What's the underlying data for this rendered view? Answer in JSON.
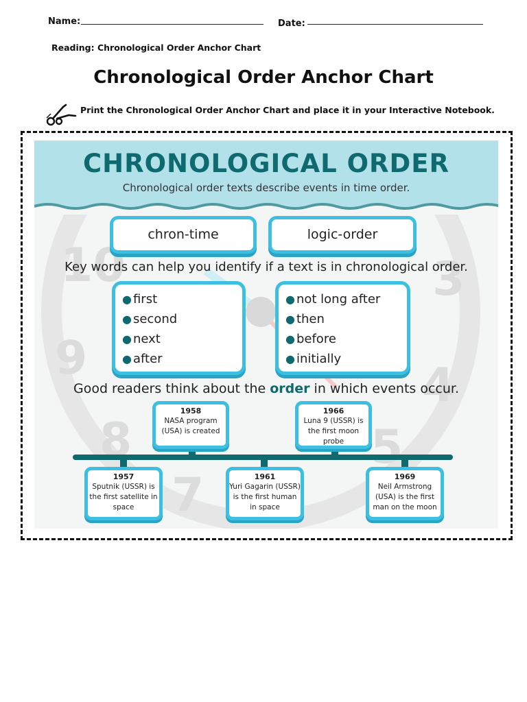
{
  "header": {
    "name_label": "Name:",
    "date_label": "Date:",
    "reading_label": "Reading: Chronological Order Anchor Chart"
  },
  "page_title": "Chronological Order Anchor Chart",
  "instruction": "Print the Chronological Order Anchor Chart and place it in your Interactive Notebook.",
  "chart": {
    "title": "CHRONOLOGICAL ORDER",
    "subtitle": "Chronological order texts describe events in time order.",
    "word_parts": [
      "chron-time",
      "logic-order"
    ],
    "keywords_intro": "Key words can help you identify if a text is in chronological order.",
    "keywords_left": [
      "first",
      "second",
      "next",
      "after"
    ],
    "keywords_right": [
      "not long after",
      "then",
      "before",
      "initially"
    ],
    "readers_line_before": "Good readers think about the ",
    "readers_line_accent": "order",
    "readers_line_after": " in which events occur.",
    "clock_numbers": [
      "10",
      "3",
      "9",
      "4",
      "8",
      "5",
      "7"
    ],
    "timeline": [
      {
        "year": "1957",
        "text": "Sputnik (USSR) is the first satellite in space"
      },
      {
        "year": "1958",
        "text": "NASA program (USA) is created"
      },
      {
        "year": "1961",
        "text": "Yuri Gagarin (USSR) is the first human in space"
      },
      {
        "year": "1966",
        "text": "Luna 9 (USSR) is the first moon probe"
      },
      {
        "year": "1969",
        "text": "Neil Armstrong (USA) is the first man on the moon"
      }
    ]
  },
  "colors": {
    "teal": "#0e6a6e",
    "sky": "#3cbfe0",
    "header_bg": "#b3e1ea"
  },
  "icons": {
    "scissors": "scissors-icon"
  }
}
